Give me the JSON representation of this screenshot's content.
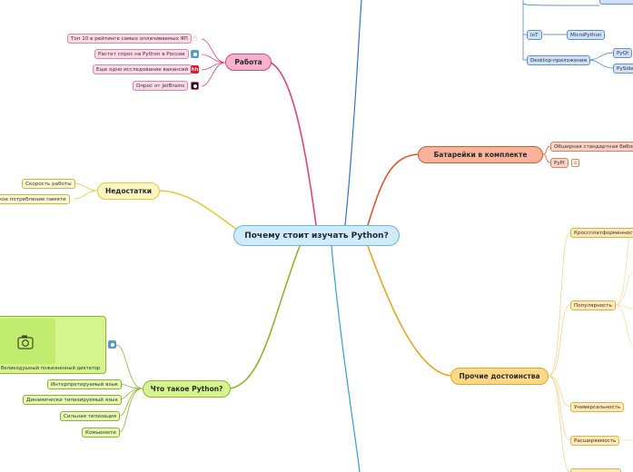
{
  "central": "Почему стоит изучать Python?",
  "work": {
    "title": "Работа",
    "items": [
      "Топ 10 в рейтинге самых оплачиваемых ЯП",
      "Растет спрос на Python в России",
      "Еще одно исследование вакансий",
      "Опрос от JetBrains"
    ],
    "hh_icon": "hh"
  },
  "cons": {
    "title": "Недостатки",
    "items": [
      "Скорость работы",
      "Высокое потребление памяти"
    ]
  },
  "what": {
    "title": "Что такое Python?",
    "image_caption": "Великодушный пожизненный диктатор",
    "items": [
      "Интерпретируемый язык",
      "Динамически типизируемый язык",
      "Сильная типизация",
      "Комьюнити"
    ]
  },
  "batteries": {
    "title": "Батарейки в комплекте",
    "items": [
      "Обширная стандартная библиотека",
      "PyPI"
    ]
  },
  "other": {
    "title": "Прочие достоинства",
    "items": [
      "Кроссплатформенность",
      "Популярность",
      "Универсальность",
      "Расширяемость"
    ]
  },
  "top_right": {
    "iot": "IoT",
    "micropython": "MicroPython",
    "desktop": "Desktop-приложения",
    "pyqt": "PyQt",
    "pyside": "PySide"
  },
  "colors": {
    "work": "#e0447f",
    "cons": "#e1cb3b",
    "what": "#8db52a",
    "batteries": "#e0562b",
    "other": "#e7a71b",
    "top": "#2f77c9",
    "bottom": "#2aa6cf"
  }
}
